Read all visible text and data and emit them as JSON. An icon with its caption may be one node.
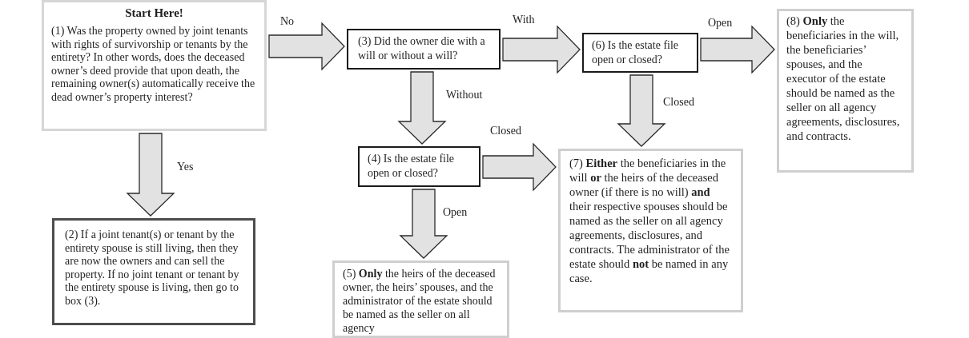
{
  "diagram": {
    "nodes": [
      {
        "text": [
          "Start Here!",
          "(1) Was the property owned by joint tenants with rights of survivorship or tenants by the entirety? In other words, does the deceased owner’s deed provide that upon death, the remaining owner(s) automatically receive the dead owner’s property interest?"
        ]
      },
      {
        "text": [
          "(2) If a joint tenant(s) or tenant by the entirety spouse is still living, then they are now the owners and can sell the property. If no joint tenant or tenant by the entirety spouse is living, then go to box (3)."
        ]
      },
      {
        "text": [
          "(3) Did the owner die with a will or without a will?"
        ]
      },
      {
        "text": [
          "(4) Is the estate file open or closed?"
        ]
      },
      {
        "text": [
          "(5) **Only** the heirs of the deceased owner, the heirs’ spouses, and the administrator of the estate should be named as the seller on all agency"
        ]
      },
      {
        "text": [
          "(6) Is the estate file open or closed?"
        ]
      },
      {
        "text": [
          "(7) **Either** the beneficiaries in the will **or** the heirs of the deceased owner (if there is no will) **and** their respective spouses should be named as the seller on all agency agreements, disclosures, and contracts. The administrator of the estate should **not** be named in any case."
        ]
      },
      {
        "text": [
          "(8) **Only** the beneficiaries in the will, the beneficiaries’ spouses, and the executor of the estate should be named as the seller on all agency agreements, disclosures, and contracts."
        ]
      }
    ],
    "edges": [
      {
        "from": 0,
        "to": 2,
        "arrow": "to",
        "label": "No"
      },
      {
        "from": 0,
        "to": 1,
        "arrow": "to",
        "label": "Yes"
      },
      {
        "from": 2,
        "to": 5,
        "arrow": "to",
        "label": "With"
      },
      {
        "from": 2,
        "to": 3,
        "arrow": "to",
        "label": "Without"
      },
      {
        "from": 3,
        "to": 6,
        "arrow": "to",
        "label": "Closed"
      },
      {
        "from": 3,
        "to": 4,
        "arrow": "to",
        "label": "Open"
      },
      {
        "from": 5,
        "to": 7,
        "arrow": "to",
        "label": "Open"
      },
      {
        "from": 5,
        "to": 6,
        "arrow": "to",
        "label": "Closed"
      }
    ]
  }
}
